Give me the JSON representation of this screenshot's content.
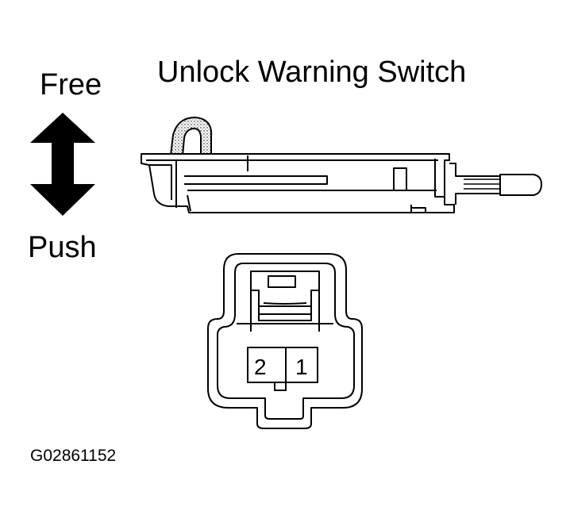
{
  "diagram": {
    "title": "Unlock Warning Switch",
    "direction_labels": {
      "up": "Free",
      "down": "Push"
    },
    "connector": {
      "terminal_left": "2",
      "terminal_right": "1"
    },
    "figure_code": "G02861152"
  },
  "colors": {
    "line": "#000000",
    "background": "#ffffff"
  }
}
